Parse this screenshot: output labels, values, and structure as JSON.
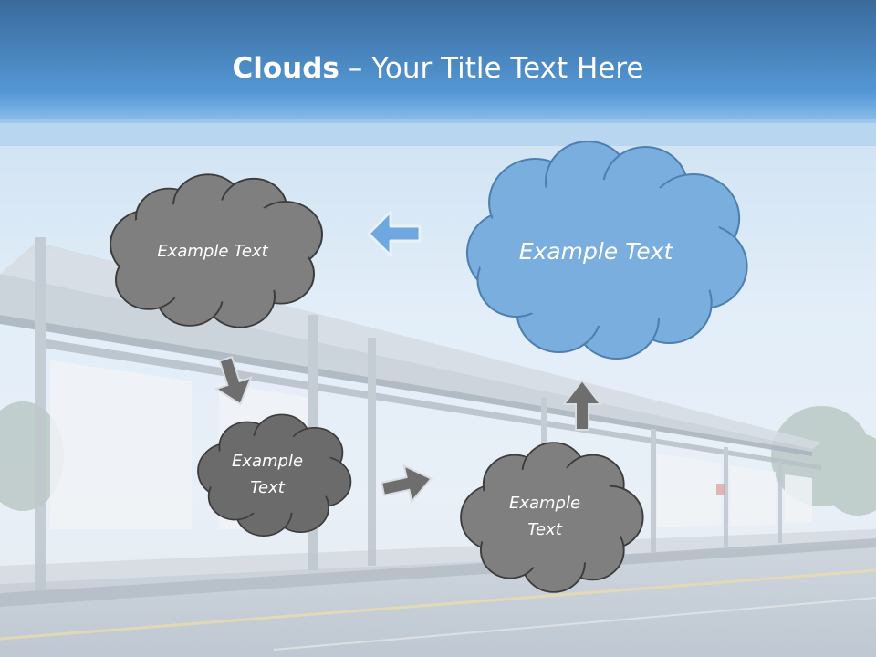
{
  "title": {
    "bold": "Clouds",
    "separator": " – ",
    "rest": "Your Title Text Here"
  },
  "clouds": [
    {
      "id": "top-left",
      "text": "Example Text",
      "color": "#7f7f7f"
    },
    {
      "id": "top-right",
      "text": "Example Text",
      "color": "#7aaede"
    },
    {
      "id": "middle-left",
      "line1": "Example",
      "line2": "Text",
      "color": "#6b6b6b"
    },
    {
      "id": "bottom-right",
      "line1": "Example",
      "line2": "Text",
      "color": "#7f7f7f"
    }
  ],
  "colors": {
    "header_top": "#3c6e9e",
    "header_bottom": "#5a9bd6",
    "cloud_stroke": "#3c3c3c",
    "blue_cloud_stroke": "#4f7fae",
    "arrow_gray": "#6e6e6e",
    "arrow_blue": "#6fa7e0"
  }
}
